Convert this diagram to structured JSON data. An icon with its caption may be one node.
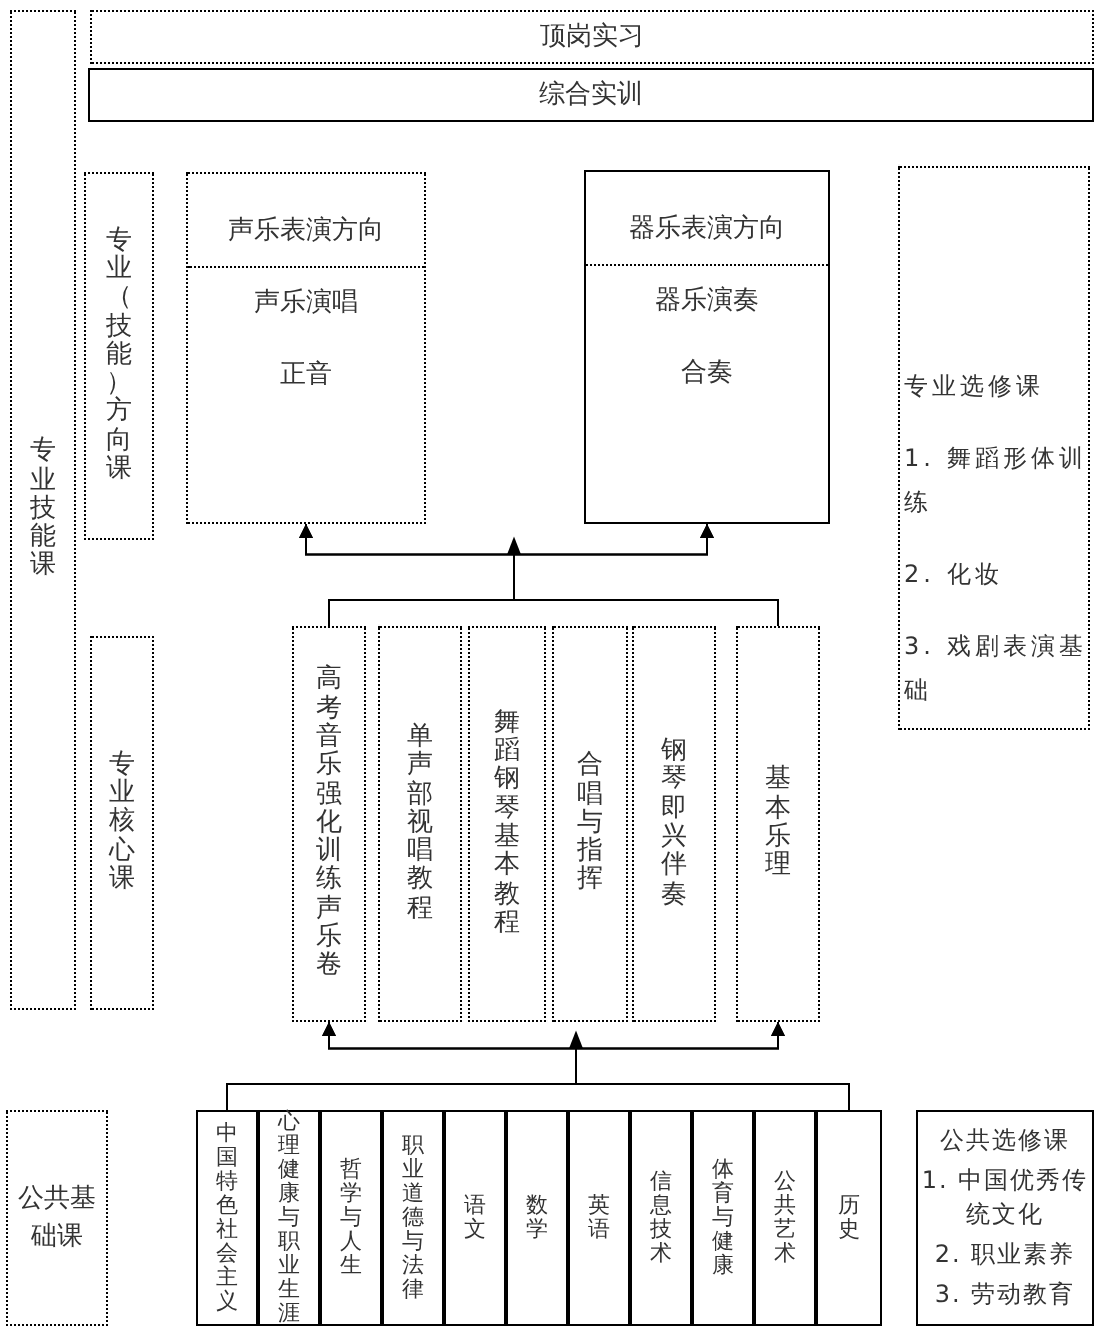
{
  "diagram": {
    "nodes": [
      {
        "text": [
          "专业技能课"
        ]
      },
      {
        "text": [
          "顶岗实习"
        ]
      },
      {
        "text": [
          "综合实训"
        ]
      },
      {
        "text": [
          "专业（技能）方向课"
        ]
      },
      {
        "text": [
          "声乐表演方向",
          "声乐演唱",
          "正音"
        ]
      },
      {
        "text": [
          "器乐表演方向",
          "器乐演奏",
          "合奏"
        ]
      },
      {
        "text": [
          "专业选修课",
          "1. 舞蹈形体训练",
          "2. 化妆",
          "3. 戏剧表演基础"
        ]
      },
      {
        "text": [
          "专业核心课"
        ]
      },
      {
        "text": [
          "高考音乐强化训练声乐卷"
        ]
      },
      {
        "text": [
          "单声部视唱教程"
        ]
      },
      {
        "text": [
          "舞蹈钢琴基本教程"
        ]
      },
      {
        "text": [
          "合唱与指挥"
        ]
      },
      {
        "text": [
          "钢琴即兴伴奏"
        ]
      },
      {
        "text": [
          "基本乐理"
        ]
      },
      {
        "text": [
          "公共基础课"
        ]
      },
      {
        "text": [
          "中国特色社会主义"
        ]
      },
      {
        "text": [
          "心理健康与职业生涯"
        ]
      },
      {
        "text": [
          "哲学与人生"
        ]
      },
      {
        "text": [
          "职业道德与法律"
        ]
      },
      {
        "text": [
          "语文"
        ]
      },
      {
        "text": [
          "数学"
        ]
      },
      {
        "text": [
          "英语"
        ]
      },
      {
        "text": [
          "信息技术"
        ]
      },
      {
        "text": [
          "体育与健康"
        ]
      },
      {
        "text": [
          "公共艺术"
        ]
      },
      {
        "text": [
          "历史"
        ]
      },
      {
        "text": [
          "公共选修课",
          "1. 中国优秀传统文化",
          "2. 职业素养",
          "3. 劳动教育"
        ]
      }
    ],
    "edges": [
      {
        "from": 15,
        "to": 8,
        "arrow": "to"
      },
      {
        "from": 15,
        "to": 13,
        "arrow": "to"
      },
      {
        "from": 25,
        "to": 8,
        "arrow": "to"
      },
      {
        "from": 25,
        "to": 13,
        "arrow": "to"
      },
      {
        "from": 8,
        "to": 4,
        "arrow": "to"
      },
      {
        "from": 8,
        "to": 5,
        "arrow": "to"
      },
      {
        "from": 13,
        "to": 4,
        "arrow": "to"
      },
      {
        "from": 13,
        "to": 5,
        "arrow": "to"
      }
    ]
  }
}
